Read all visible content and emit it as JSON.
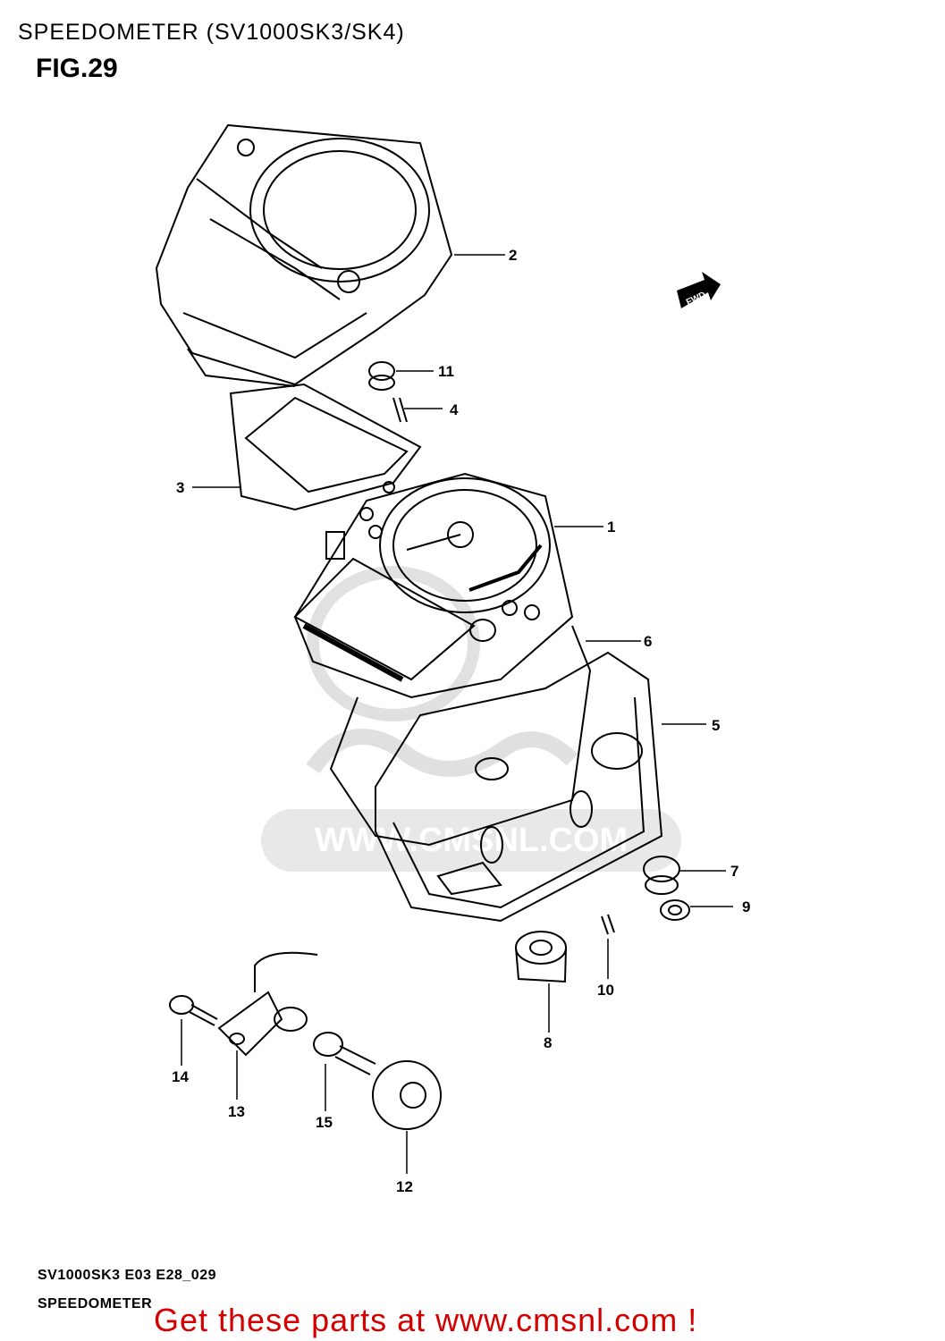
{
  "header": {
    "title": "SPEEDOMETER (SV1000SK3/SK4)",
    "figure_label": "FIG.29"
  },
  "direction_marker": {
    "text": "FWD",
    "icon": "forward-arrow-icon"
  },
  "callouts": [
    {
      "number": "1",
      "part": "speedometer-assembly"
    },
    {
      "number": "2",
      "part": "meter-cover"
    },
    {
      "number": "3",
      "part": "meter-panel"
    },
    {
      "number": "4",
      "part": "screw"
    },
    {
      "number": "5",
      "part": "meter-case"
    },
    {
      "number": "6",
      "part": "cable"
    },
    {
      "number": "7",
      "part": "cushion"
    },
    {
      "number": "8",
      "part": "cushion"
    },
    {
      "number": "9",
      "part": "spacer"
    },
    {
      "number": "10",
      "part": "screw"
    },
    {
      "number": "11",
      "part": "cushion"
    },
    {
      "number": "12",
      "part": "sensor-rotor"
    },
    {
      "number": "13",
      "part": "speed-sensor"
    },
    {
      "number": "14",
      "part": "bolt"
    },
    {
      "number": "15",
      "part": "bolt"
    }
  ],
  "watermark": {
    "text": "WWW.CMSNL.COM"
  },
  "footer": {
    "model_code": "SV1000SK3 E03 E28_029",
    "section_name": "SPEEDOMETER",
    "promo_text": "Get these parts at www.cmsnl.com !"
  },
  "colors": {
    "line": "#000000",
    "promo": "#d40000",
    "watermark": "#c8c8c8"
  }
}
